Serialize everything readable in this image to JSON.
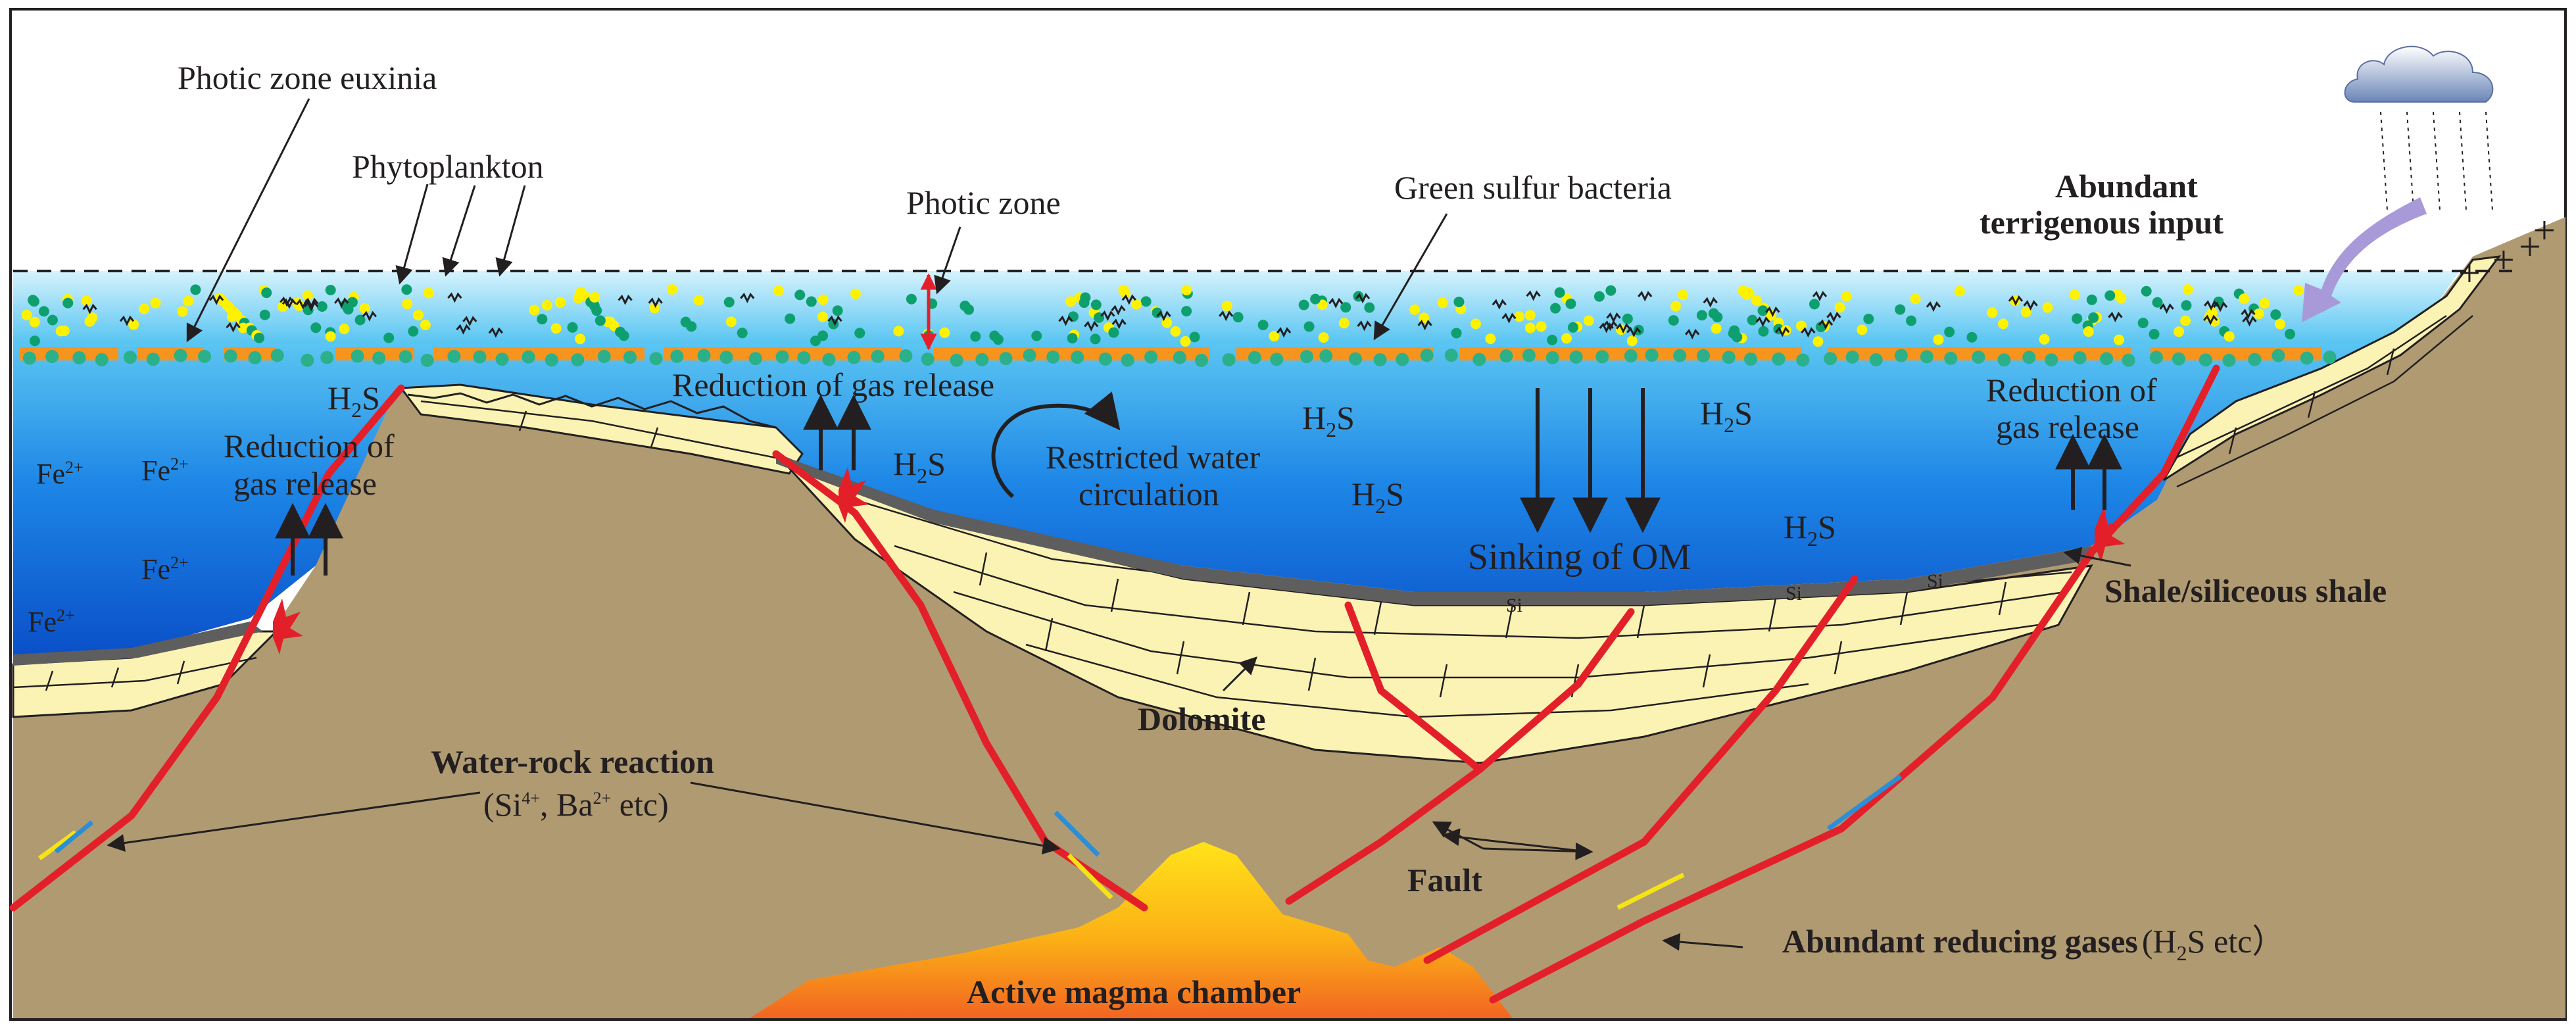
{
  "labels": {
    "photic_zone_euxinia": "Photic zone euxinia",
    "phytoplankton": "Phytoplankton",
    "photic_zone": "Photic zone",
    "green_sulfur_bacteria": "Green sulfur bacteria",
    "abundant_input_line1": "Abundant",
    "abundant_input_line2": "terrigenous input",
    "reduction_mid": "Reduction of gas release",
    "reduction_left_line1": "Reduction of",
    "reduction_left_line2": "gas release",
    "reduction_right_line1": "Reduction of",
    "reduction_right_line2": "gas release",
    "restricted_line1": "Restricted water",
    "restricted_line2": "circulation",
    "sinking_om": "Sinking of OM",
    "shale": "Shale/siliceous shale",
    "dolomite": "Dolomite",
    "water_rock": "Water-rock reaction",
    "water_rock_sub_si": "(Si",
    "water_rock_sub_ba": ", Ba",
    "water_rock_sub_etc": " etc)",
    "fault": "Fault",
    "reducing_gases": "Abundant reducing gases",
    "reducing_gases_paren": "(H",
    "reducing_gases_paren_end": "S  etc）",
    "magma": "Active magma chamber",
    "h": "H",
    "s": "S",
    "two": "2",
    "fe": "Fe",
    "fe_charge": "2+",
    "si": "Si",
    "si_charge": "4+",
    "ba_charge": "2+"
  },
  "colors": {
    "water_top": "#cdeefc",
    "water_bottom": "#0a5ed8",
    "rock": "#b09a72",
    "dolomite": "#fbf3b4",
    "shale": "#6e6e6e",
    "fault": "#e3202a",
    "magma_top": "#ffd21a",
    "magma_bottom": "#f26522",
    "orange_layer": "#f7941d",
    "green_bacteria": "#1fa07a",
    "yellow_plankton": "#fff200",
    "arrow_purple": "#a89ad8"
  }
}
